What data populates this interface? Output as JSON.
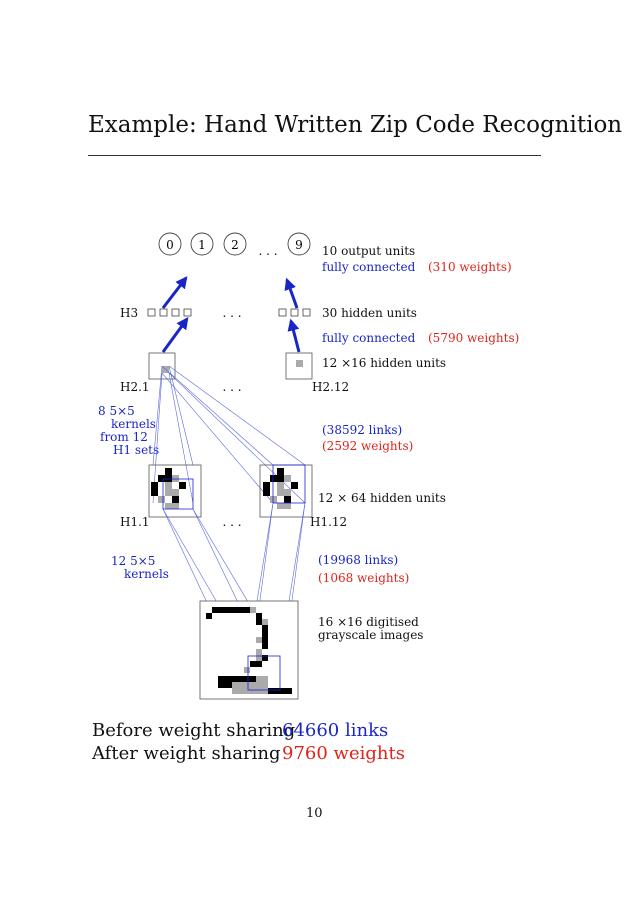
{
  "title": "Example: Hand Written Zip Code Recognition",
  "output": {
    "units": [
      "0",
      "1",
      "2",
      "9"
    ],
    "ellipsis": ". . .",
    "count_label": "10 output units",
    "connection": "fully connected",
    "weights": "(310 weights)"
  },
  "h3": {
    "name": "H3",
    "ellipsis": ". . .",
    "count_label": "30 hidden units",
    "connection": "fully connected",
    "weights": "(5790 weights)"
  },
  "h2": {
    "count_label": "12 ×16 hidden units",
    "first": "H2.1",
    "last": "H2.12",
    "ellipsis": ". . .",
    "kernels_lines": [
      "8  5×5",
      "kernels",
      "from 12",
      "H1 sets"
    ],
    "links": "(38592 links)",
    "weights": "(2592 weights)"
  },
  "h1": {
    "count_label": "12 ×  64 hidden units",
    "first": "H1.1",
    "last": "H1.12",
    "ellipsis": ". . .",
    "kernels_lines": [
      "12  5×5",
      "kernels"
    ],
    "links": "(19968 links)",
    "weights": "(1068 weights)"
  },
  "input": {
    "label_lines": [
      "16 ×16 digitised",
      "grayscale images"
    ]
  },
  "summary": {
    "before_label": "Before weight sharing",
    "before_value": "64660 links",
    "after_label": "After weight sharing",
    "after_value": "9760 weights"
  },
  "page_number": "10",
  "colors": {
    "blue": "#1a25c8",
    "red": "#e2231a",
    "text": "#111111",
    "line_blue": "#5a6be0"
  }
}
